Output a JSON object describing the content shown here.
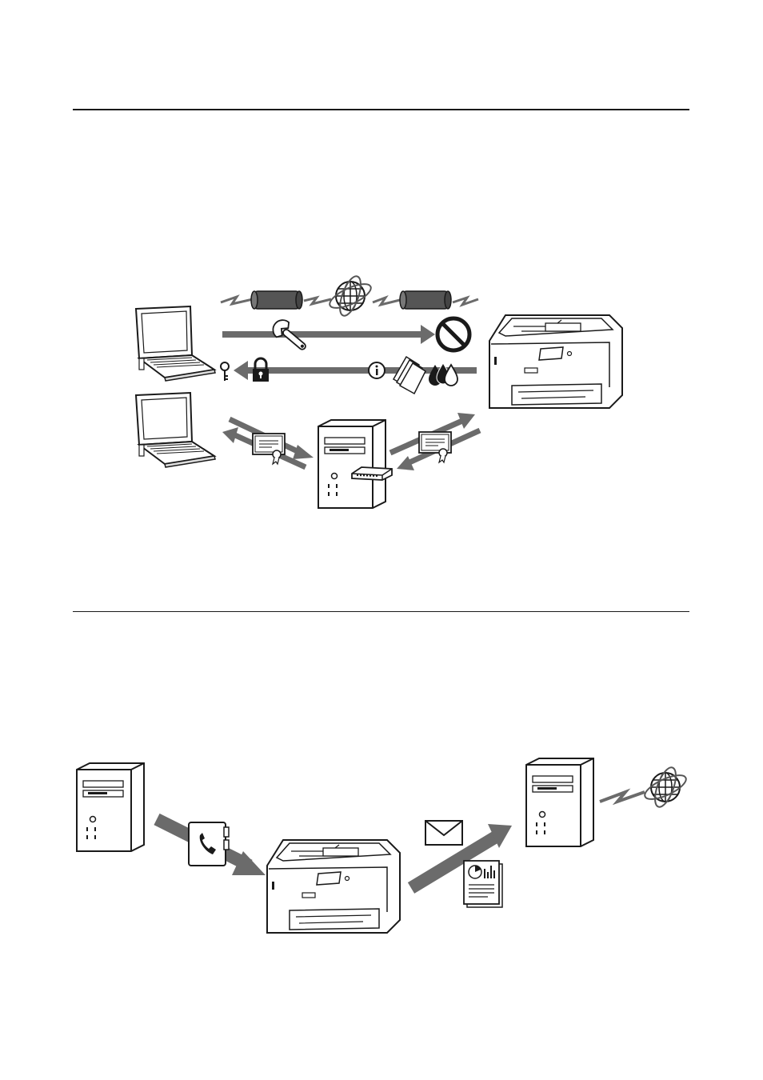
{
  "figures": [
    {
      "id": "printer-network-security",
      "elements": [
        "laptop",
        "laptop",
        "printer",
        "server",
        "router",
        "globe-icon",
        "wrench-icon",
        "prohibited-icon",
        "key-icon",
        "lock-icon",
        "info-icon",
        "paper-stack-icon",
        "ink-drops-icon",
        "certificate-icon",
        "certificate-icon",
        "tunnel-icon",
        "tunnel-icon"
      ]
    },
    {
      "id": "printer-fax-email",
      "elements": [
        "server",
        "phonebook-icon",
        "printer",
        "envelope-icon",
        "report-document-icon",
        "server",
        "globe-icon"
      ]
    }
  ],
  "colors": {
    "arrow": "#6b6b6b",
    "line": "#1a1a1a",
    "tunnel": "#555555"
  }
}
